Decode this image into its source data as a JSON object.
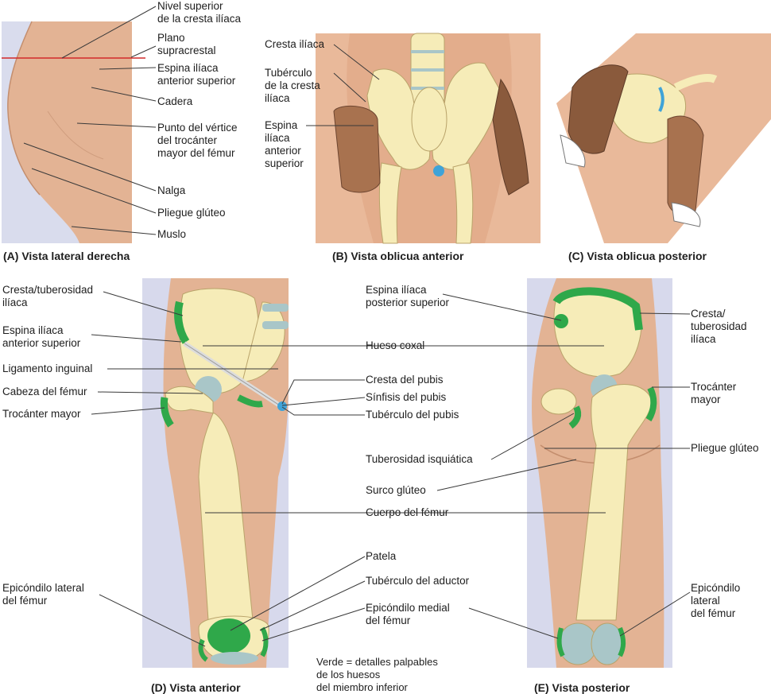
{
  "panels": {
    "A": {
      "caption": "(A) Vista lateral derecha",
      "labels": [
        "Nivel superior\nde la cresta ilíaca",
        "Plano\nsupracrestal",
        "Espina ilíaca\nanterior superior",
        "Cadera",
        "Punto del vértice\ndel trocánter\nmayor del fémur",
        "Nalga",
        "Pliegue glúteo",
        "Muslo"
      ]
    },
    "B": {
      "caption": "(B) Vista oblicua anterior",
      "labels": [
        "Cresta ilíaca",
        "Tubérculo\nde la cresta\nilíaca",
        "Espina\nilíaca\nanterior\nsuperior"
      ]
    },
    "C": {
      "caption": "(C) Vista oblicua posterior"
    },
    "D": {
      "caption": "(D) Vista anterior",
      "labels": [
        "Cresta/tuberosidad\nilíaca",
        "Espina ilíaca\nanterior superior",
        "Ligamento inguinal",
        "Cabeza del fémur",
        "Trocánter mayor",
        "Epicóndilo lateral\ndel fémur"
      ]
    },
    "center": {
      "labels": [
        "Hueso coxal",
        "Cresta del pubis",
        "Sínfisis del pubis",
        "Tubérculo del pubis",
        "Cuerpo del fémur",
        "Patela",
        "Tubérculo del aductor",
        "Epicóndilo medial\ndel fémur"
      ]
    },
    "E": {
      "caption": "(E) Vista posterior",
      "labels": [
        "Espina ilíaca\nposterior superior",
        "Cresta/\ntuberosidad\nilíaca",
        "Trocánter\nmayor",
        "Pliegue glúteo",
        "Tuberosidad isquiática",
        "Surco glúteo",
        "Epicóndilo\nlateral\ndel fémur"
      ]
    }
  },
  "legend": "Verde = detalles palpables\nde los huesos\ndel miembro inferior",
  "colors": {
    "skin": "#e9b99a",
    "skin_dark": "#d9a07e",
    "bone": "#f6ecb8",
    "palpable": "#2fa84a",
    "cartilage": "#a9c6c8",
    "background_panel": "#d7d9ec",
    "plane_line": "#d22a2a",
    "hand_dark": "#8a5a3c"
  }
}
